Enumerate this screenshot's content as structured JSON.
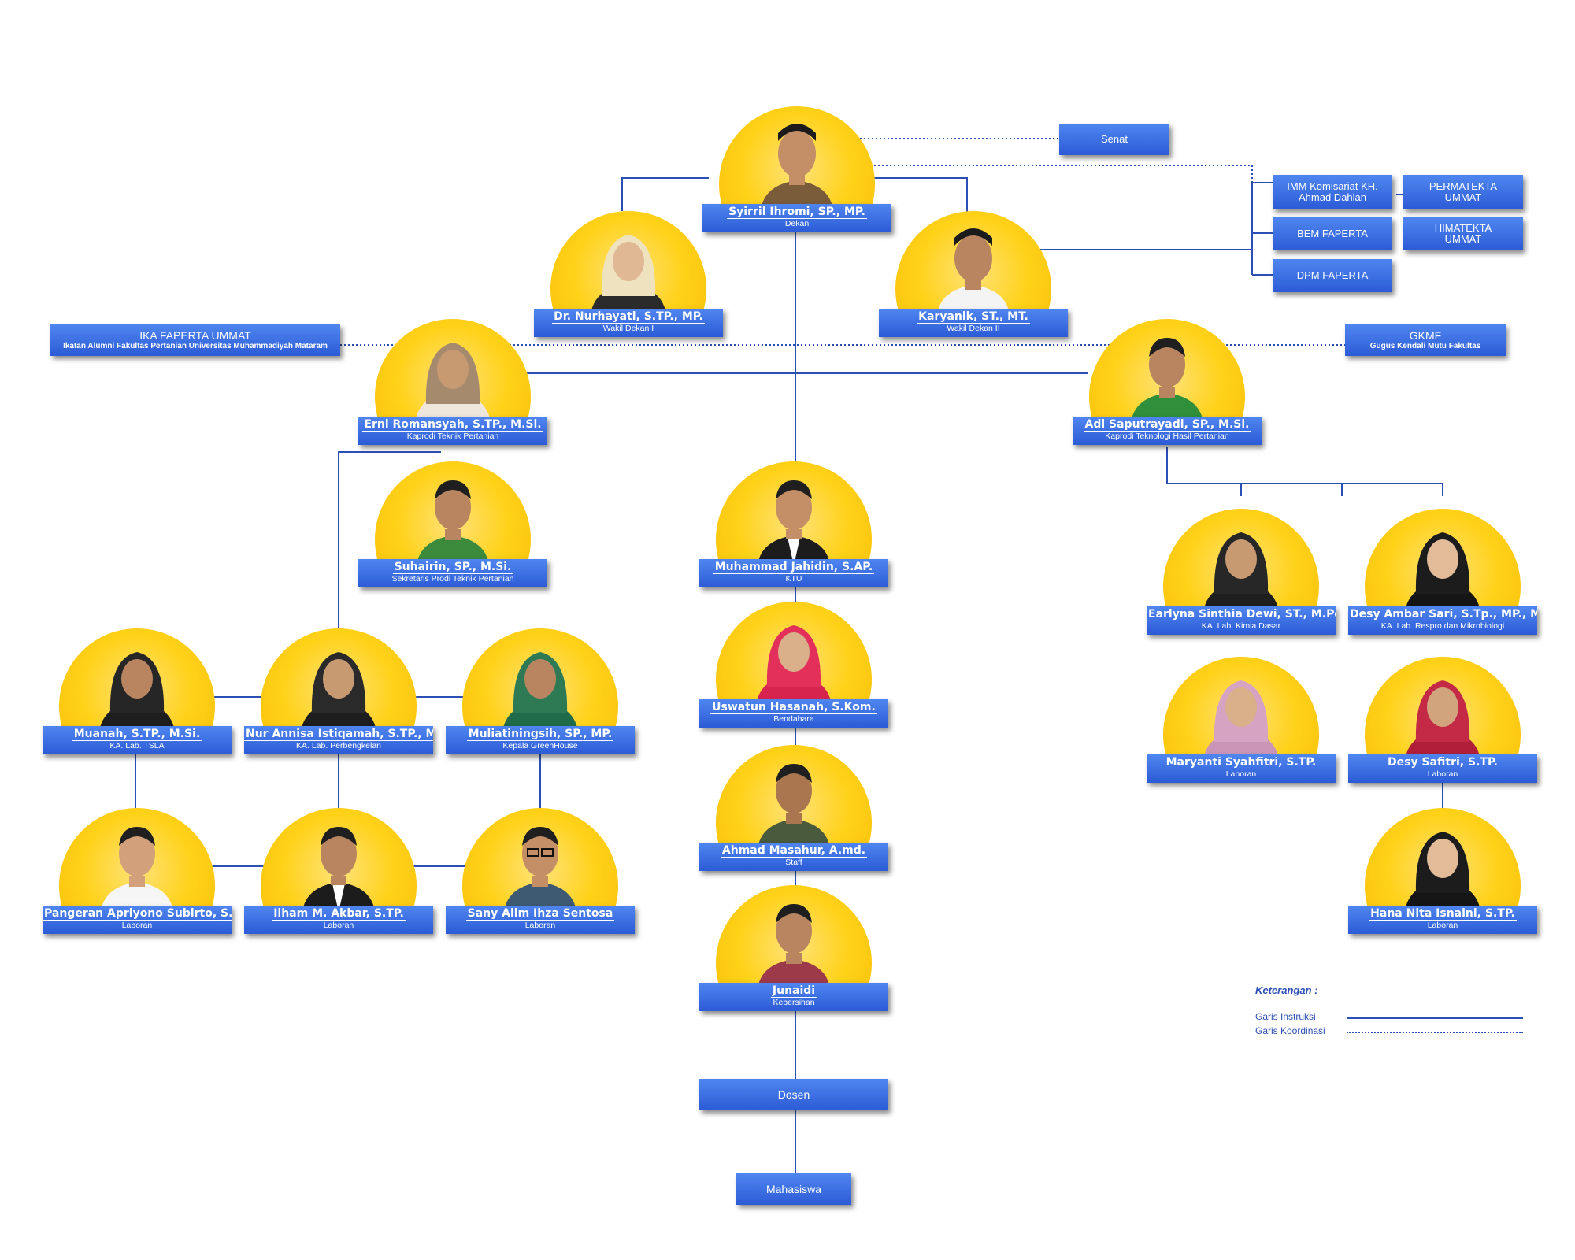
{
  "colors": {
    "plate_top": "#4f86f0",
    "plate_bottom": "#2c5bd6",
    "sun": "#ffd21a",
    "line": "#2c4fb3"
  },
  "people": {
    "dekan": {
      "name": "Syirril Ihromi, SP., MP.",
      "role": "Dekan",
      "icon": "man-with-cap-avatar"
    },
    "wd1": {
      "name": "Dr. Nurhayati, S.TP., MP.",
      "role": "Wakil Dekan I",
      "icon": "woman-hijab-avatar"
    },
    "wd2": {
      "name": "Karyanik, ST., MT.",
      "role": "Wakil Dekan II",
      "icon": "man-with-cap-avatar"
    },
    "kaprodi_tp": {
      "name": "Erni Romansyah, S.TP., M.Si.",
      "role": "Kaprodi Teknik Pertanian",
      "icon": "woman-hijab-avatar"
    },
    "kaprodi_thp": {
      "name": "Adi Saputrayadi, SP., M.Si.",
      "role": "Kaprodi Teknologi Hasil Pertanian",
      "icon": "man-avatar"
    },
    "sekprodi": {
      "name": "Suhairin, SP., M.Si.",
      "role": "Sekretaris Prodi Teknik Pertanian",
      "icon": "man-avatar"
    },
    "ktu": {
      "name": "Muhammad Jahidin, S.AP.",
      "role": "KTU",
      "icon": "man-avatar"
    },
    "bendahara": {
      "name": "Uswatun Hasanah, S.Kom.",
      "role": "Bendahara",
      "icon": "woman-hijab-avatar"
    },
    "staff": {
      "name": "Ahmad Masahur, A.md.",
      "role": "Staff",
      "icon": "man-avatar"
    },
    "kebersihan": {
      "name": "Junaidi",
      "role": "Kebersihan",
      "icon": "man-avatar"
    },
    "muanah": {
      "name": "Muanah, S.TP., M.Si.",
      "role": "KA. Lab. TSLA",
      "icon": "woman-hijab-avatar"
    },
    "nur": {
      "name": "Nur Annisa Istiqamah, S.TP., MT.",
      "role": "KA. Lab. Perbengkelan",
      "icon": "woman-hijab-avatar"
    },
    "mulia": {
      "name": "Muliatiningsih, SP., MP.",
      "role": "Kepala GreenHouse",
      "icon": "woman-hijab-avatar"
    },
    "pangeran": {
      "name": "Pangeran Apriyono Subirto, S.TP.",
      "role": "Laboran",
      "icon": "man-avatar"
    },
    "ilham": {
      "name": "Ilham M. Akbar, S.TP.",
      "role": "Laboran",
      "icon": "man-avatar"
    },
    "sany": {
      "name": "Sany Alim Ihza Sentosa",
      "role": "Laboran",
      "icon": "man-avatar"
    },
    "earlyna": {
      "name": "Earlyna Sinthia Dewi, ST., M.Pd.",
      "role": "KA. Lab. Kimia Dasar",
      "icon": "woman-hijab-avatar"
    },
    "desyambar": {
      "name": "Desy Ambar Sari, S.Tp., MP., M.Sc.",
      "role": "KA. Lab. Respro dan Mikrobiologi",
      "icon": "woman-hijab-avatar"
    },
    "maryanti": {
      "name": "Maryanti Syahfitri, S.TP.",
      "role": "Laboran",
      "icon": "woman-hijab-avatar"
    },
    "desysafitri": {
      "name": "Desy Safitri, S.TP.",
      "role": "Laboran",
      "icon": "woman-hijab-avatar"
    },
    "hana": {
      "name": "Hana Nita Isnaini, S.TP.",
      "role": "Laboran",
      "icon": "woman-hijab-avatar"
    }
  },
  "boxes": {
    "senat": "Senat",
    "imm": "IMM Komisariat KH. Ahmad Dahlan",
    "permatekta": "PERMATEKTA UMMAT",
    "bem": "BEM FAPERTA",
    "himatekta": "HIMATEKTA UMMAT",
    "dpm": "DPM FAPERTA",
    "ika_title": "IKA FAPERTA UMMAT",
    "ika_sub": "Ikatan Alumni Fakultas Pertanian Universitas Muhammadiyah Mataram",
    "gkmf_title": "GKMF",
    "gkmf_sub": "Gugus Kendali Mutu Fakultas",
    "dosen": "Dosen",
    "mahasiswa": "Mahasiswa"
  },
  "legend": {
    "title": "Keterangan :",
    "instruksi": "Garis Instruksi",
    "koordinasi": "Garis Koordinasi"
  }
}
